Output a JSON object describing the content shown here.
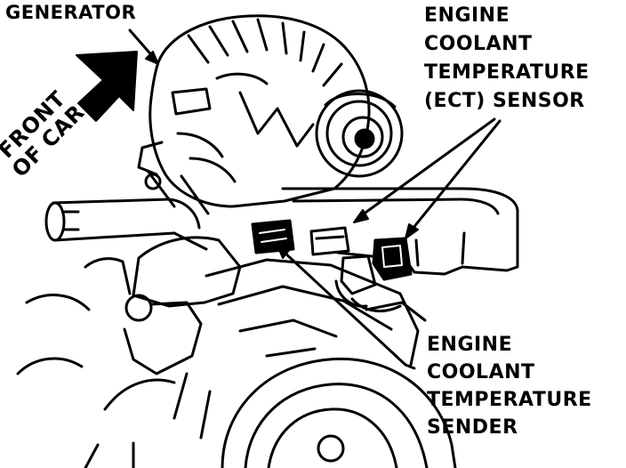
{
  "labels": {
    "generator": "GENERATOR",
    "ect_sensor": [
      "ENGINE",
      "COOLANT",
      "TEMPERATURE",
      "(ECT) SENSOR"
    ],
    "temp_sender": [
      "ENGINE",
      "COOLANT",
      "TEMPERATURE",
      "SENDER"
    ],
    "front_of_car": [
      "FRONT",
      "OF CAR"
    ]
  },
  "colors": {
    "ink": "#000000",
    "paper": "#ffffff"
  },
  "icons": {
    "direction": "front-arrow-icon"
  }
}
